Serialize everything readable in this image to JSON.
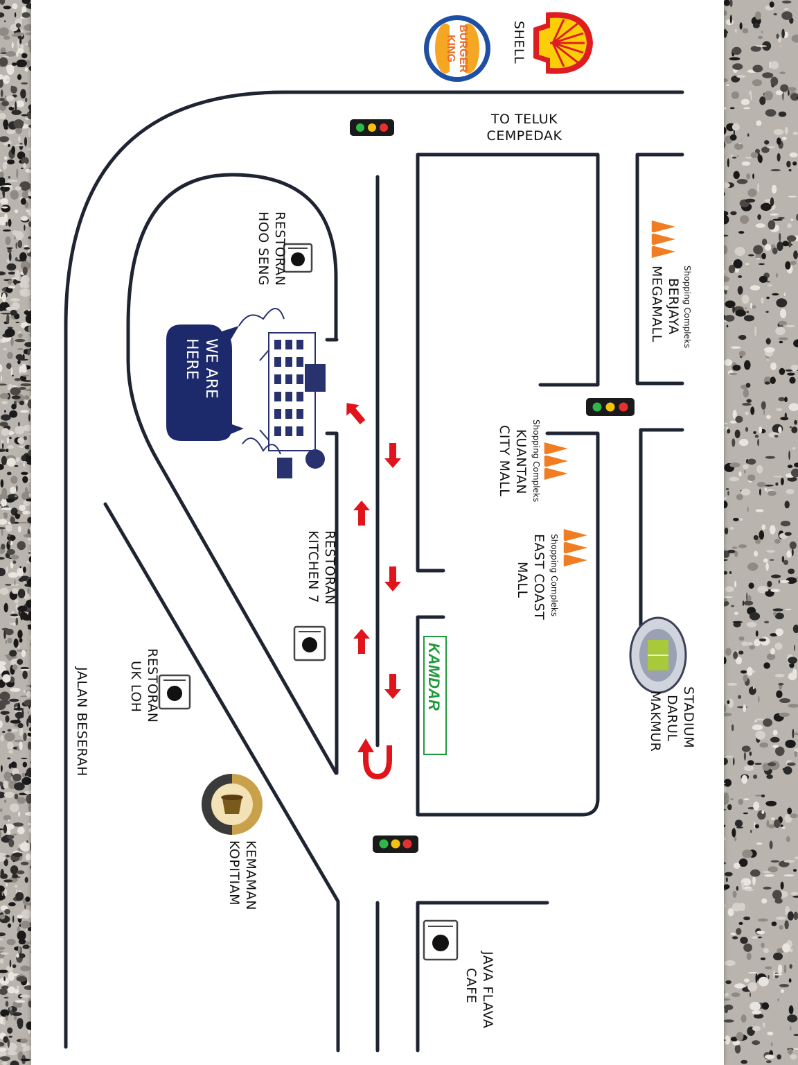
{
  "brands": {
    "shell": "SHELL",
    "burger_king_line1": "BURGER",
    "burger_king_line2": "KING",
    "kamdar": "KAMDAR"
  },
  "labels": {
    "to_teluk_1": "TO TELUK",
    "to_teluk_2": "CEMPEDAK",
    "berjaya_sub": "Shopping Compleks",
    "berjaya_1": "BERJAYA",
    "berjaya_2": "MEGAMALL",
    "kcm_sub": "Shopping Compleks",
    "kcm_1": "KUANTAN",
    "kcm_2": "CITY MALL",
    "ecm_sub": "Shopping Compleks",
    "ecm_1": "EAST COAST",
    "ecm_2": "MALL",
    "stadium_1": "STADIUM",
    "stadium_2": "DARUL",
    "stadium_3": "MAKMUR",
    "hooseng_1": "RESTORAN",
    "hooseng_2": "HOO SENG",
    "kitchen7_1": "RESTORAN",
    "kitchen7_2": "KITCHEN 7",
    "ukloh_1": "RESTORAN",
    "ukloh_2": "UK LOH",
    "kemaman_1": "KEMAMAN",
    "kemaman_2": "KOPITIAM",
    "java_1": "JAVA FLAVA",
    "java_2": "CAFE",
    "beserah": "JALAN BESERAH",
    "we_are_1": "WE ARE",
    "we_are_2": "HERE"
  },
  "colors": {
    "road": "#1f2433",
    "arrow": "#e0141b",
    "bubble": "#1c2a6b",
    "kamdar": "#1f9a3a",
    "mall_icon": "#f07d22",
    "shell_red": "#dd1d21",
    "shell_yellow": "#fbce07",
    "bk_blue": "#1f4fa3",
    "bk_orange": "#ec6c27"
  },
  "icons": [
    "shell-logo-icon",
    "burger-king-logo-icon",
    "traffic-light-icon",
    "mall-icon",
    "stadium-icon",
    "restaurant-icon",
    "kamdar-logo-icon",
    "we-are-here-bubble-icon",
    "building-sketch-icon",
    "red-arrow-icon",
    "u-turn-icon",
    "kemaman-kopitiam-logo-icon"
  ]
}
